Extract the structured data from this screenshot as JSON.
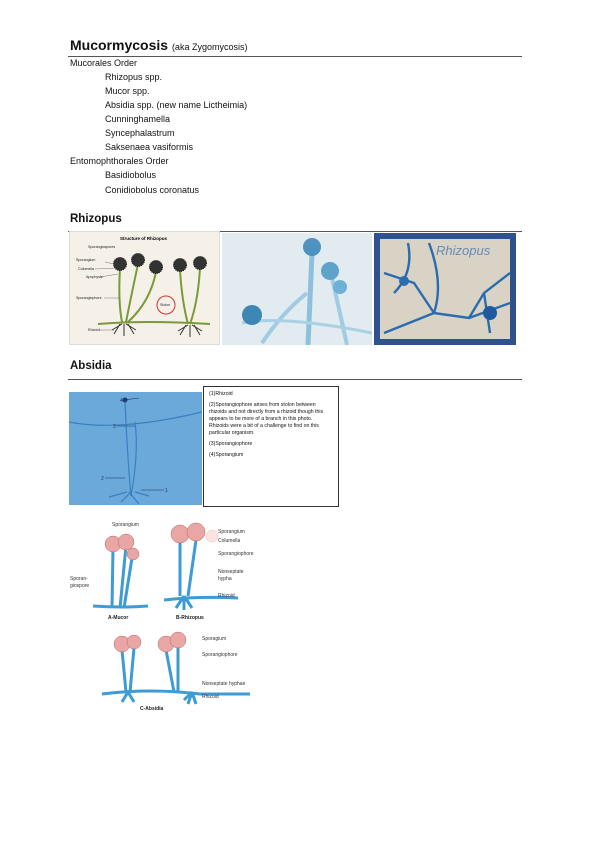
{
  "title": {
    "main": "Mucormycosis",
    "aka": "(aka Zygomycosis)"
  },
  "classification": {
    "mucorales": {
      "order": "Mucorales Order",
      "genera": [
        "Rhizopus spp.",
        "Mucor spp.",
        "Absidia spp. (new name Lictheimia)",
        "Cunninghamella",
        "Syncephalastrum",
        "Saksenaea vasiformis"
      ]
    },
    "entomophthorales": {
      "order": "Entomophthorales Order",
      "genera": [
        "Basidiobolus",
        "Conidiobolus coronatus"
      ]
    }
  },
  "rhizopus": {
    "heading": "Rhizopus",
    "diagram": {
      "title": "Structure of Rhizopus",
      "labels": [
        "Sporangiospores",
        "Sporangium",
        "Columella",
        "Apophysis",
        "Sporangiophore",
        "Stolon",
        "Rhizoid"
      ]
    },
    "micrograph_caption": "Rhizopus"
  },
  "absidia": {
    "heading": "Absidia",
    "photo_markers": [
      "4",
      "3",
      "2",
      "1"
    ],
    "legend": [
      "(1)Rhizoid",
      "(2)Sporangiophore arises from stolon between rhizoids and not directly from a rhizoid though this appears to be more of a branch in this photo. Rhizoids were a bit of a challenge to find on this particular organism.",
      "(3)Sporangiophore",
      "(4)Sporangium"
    ],
    "comparison": {
      "mucor": {
        "caption": "A-Mucor",
        "labels": [
          "Sporangium",
          "Sporan-",
          "giospore"
        ]
      },
      "rhizopus": {
        "caption": "B-Rhizopus",
        "labels": [
          "Sporangium",
          "Columella",
          "Sporangiophore",
          "Nonseptate",
          "hypha",
          "Rhizoid"
        ]
      },
      "absidia": {
        "caption": "C-Absidia",
        "labels": [
          "Sporagium",
          "Sporangiophore",
          "Nonseptate hyphae",
          "Rhizoid"
        ]
      }
    }
  },
  "colors": {
    "hypha_blue": "#3d9bd6",
    "sporangium_pink": "#e8a7a4",
    "slide_blue": "#6aa8d8",
    "dark_slide": "#2a4f8e"
  }
}
